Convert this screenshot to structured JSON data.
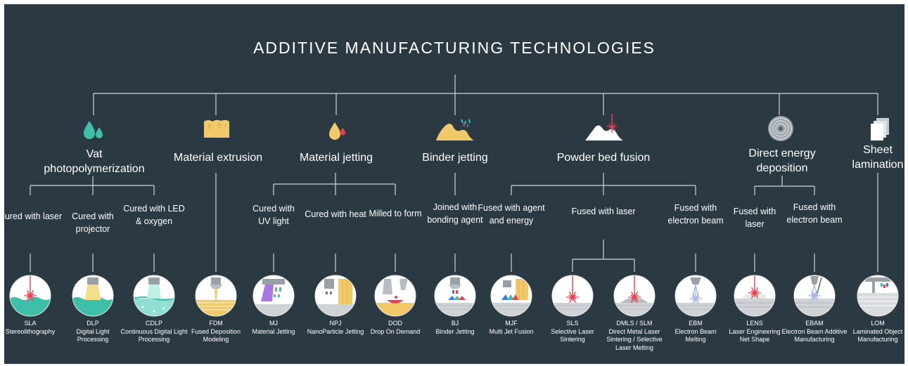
{
  "title": "ADDITIVE MANUFACTURING TECHNOLOGIES",
  "colors": {
    "background": "#2b3942",
    "line": "#d0d5d8",
    "text": "#ffffff",
    "teal": "#3ebfa9",
    "gold": "#f1c96a",
    "red": "#e8414f",
    "gray": "#cfd3d6"
  },
  "categories": [
    {
      "key": "vat",
      "label": "Vat photopolymerization",
      "icon": "droplets-icon"
    },
    {
      "key": "ext",
      "label": "Material extrusion",
      "icon": "extruded-paste-icon"
    },
    {
      "key": "jet",
      "label": "Material jetting",
      "icon": "droplet-icon"
    },
    {
      "key": "bind",
      "label": "Binder jetting",
      "icon": "powder-pile-icon"
    },
    {
      "key": "pbf",
      "label": "Powder bed fusion",
      "icon": "laser-powder-icon"
    },
    {
      "key": "ded",
      "label": "Direct energy deposition",
      "icon": "wire-spool-icon"
    },
    {
      "key": "sheet",
      "label": "Sheet lamination",
      "icon": "paper-stack-icon"
    }
  ],
  "subcategories": [
    {
      "key": "vat-laser",
      "label": "Cured with laser"
    },
    {
      "key": "vat-proj",
      "label": "Cured with projector"
    },
    {
      "key": "vat-led",
      "label": "Cured with LED & oxygen"
    },
    {
      "key": "jet-uv",
      "label": "Cured with UV light"
    },
    {
      "key": "jet-heat",
      "label": "Cured with heat"
    },
    {
      "key": "jet-mill",
      "label": "Milled to form"
    },
    {
      "key": "bind-agent",
      "label": "Joined with bonding agent"
    },
    {
      "key": "pbf-agent",
      "label": "Fused with agent and energy"
    },
    {
      "key": "pbf-laser",
      "label": "Fused with laser"
    },
    {
      "key": "pbf-beam",
      "label": "Fused with electron beam"
    },
    {
      "key": "ded-laser",
      "label": "Fused with laser"
    },
    {
      "key": "ded-beam",
      "label": "Fused with electron beam"
    }
  ],
  "technologies": [
    {
      "abbr": "SLA",
      "name": "Stereolithography",
      "icon": "sla-laser-resin-icon"
    },
    {
      "abbr": "DLP",
      "name": "Digital Light Processing",
      "icon": "dlp-projector-icon"
    },
    {
      "abbr": "CDLP",
      "name": "Continuous Digital Light Processing",
      "icon": "cdlp-led-icon"
    },
    {
      "abbr": "FDM",
      "name": "Fused Deposition Modeling",
      "icon": "fdm-nozzle-icon"
    },
    {
      "abbr": "MJ",
      "name": "Material Jetting",
      "icon": "mj-uv-jetting-icon"
    },
    {
      "abbr": "NPJ",
      "name": "NanoParticle Jetting",
      "icon": "npj-heat-icon"
    },
    {
      "abbr": "DOD",
      "name": "Drop On Demand",
      "icon": "dod-mill-icon"
    },
    {
      "abbr": "BJ",
      "name": "Binder Jetting",
      "icon": "bj-binder-icon"
    },
    {
      "abbr": "MJF",
      "name": "Multi Jet Fusion",
      "icon": "mjf-fusion-icon"
    },
    {
      "abbr": "SLS",
      "name": "Selective Laser Sintering",
      "icon": "sls-laser-icon"
    },
    {
      "abbr": "DMLS / SLM",
      "name": "Direct Metal Laser Sintering / Selective Laser Melting",
      "icon": "dmls-laser-icon"
    },
    {
      "abbr": "EBM",
      "name": "Electron Beam Melting",
      "icon": "ebm-beam-icon"
    },
    {
      "abbr": "LENS",
      "name": "Laser Engineering Net Shape",
      "icon": "lens-laser-icon"
    },
    {
      "abbr": "EBAM",
      "name": "Electron Beam Additive Manufacturing",
      "icon": "ebam-beam-icon"
    },
    {
      "abbr": "LOM",
      "name": "Laminated Object Manufacturing",
      "icon": "lom-sheet-icon"
    }
  ]
}
